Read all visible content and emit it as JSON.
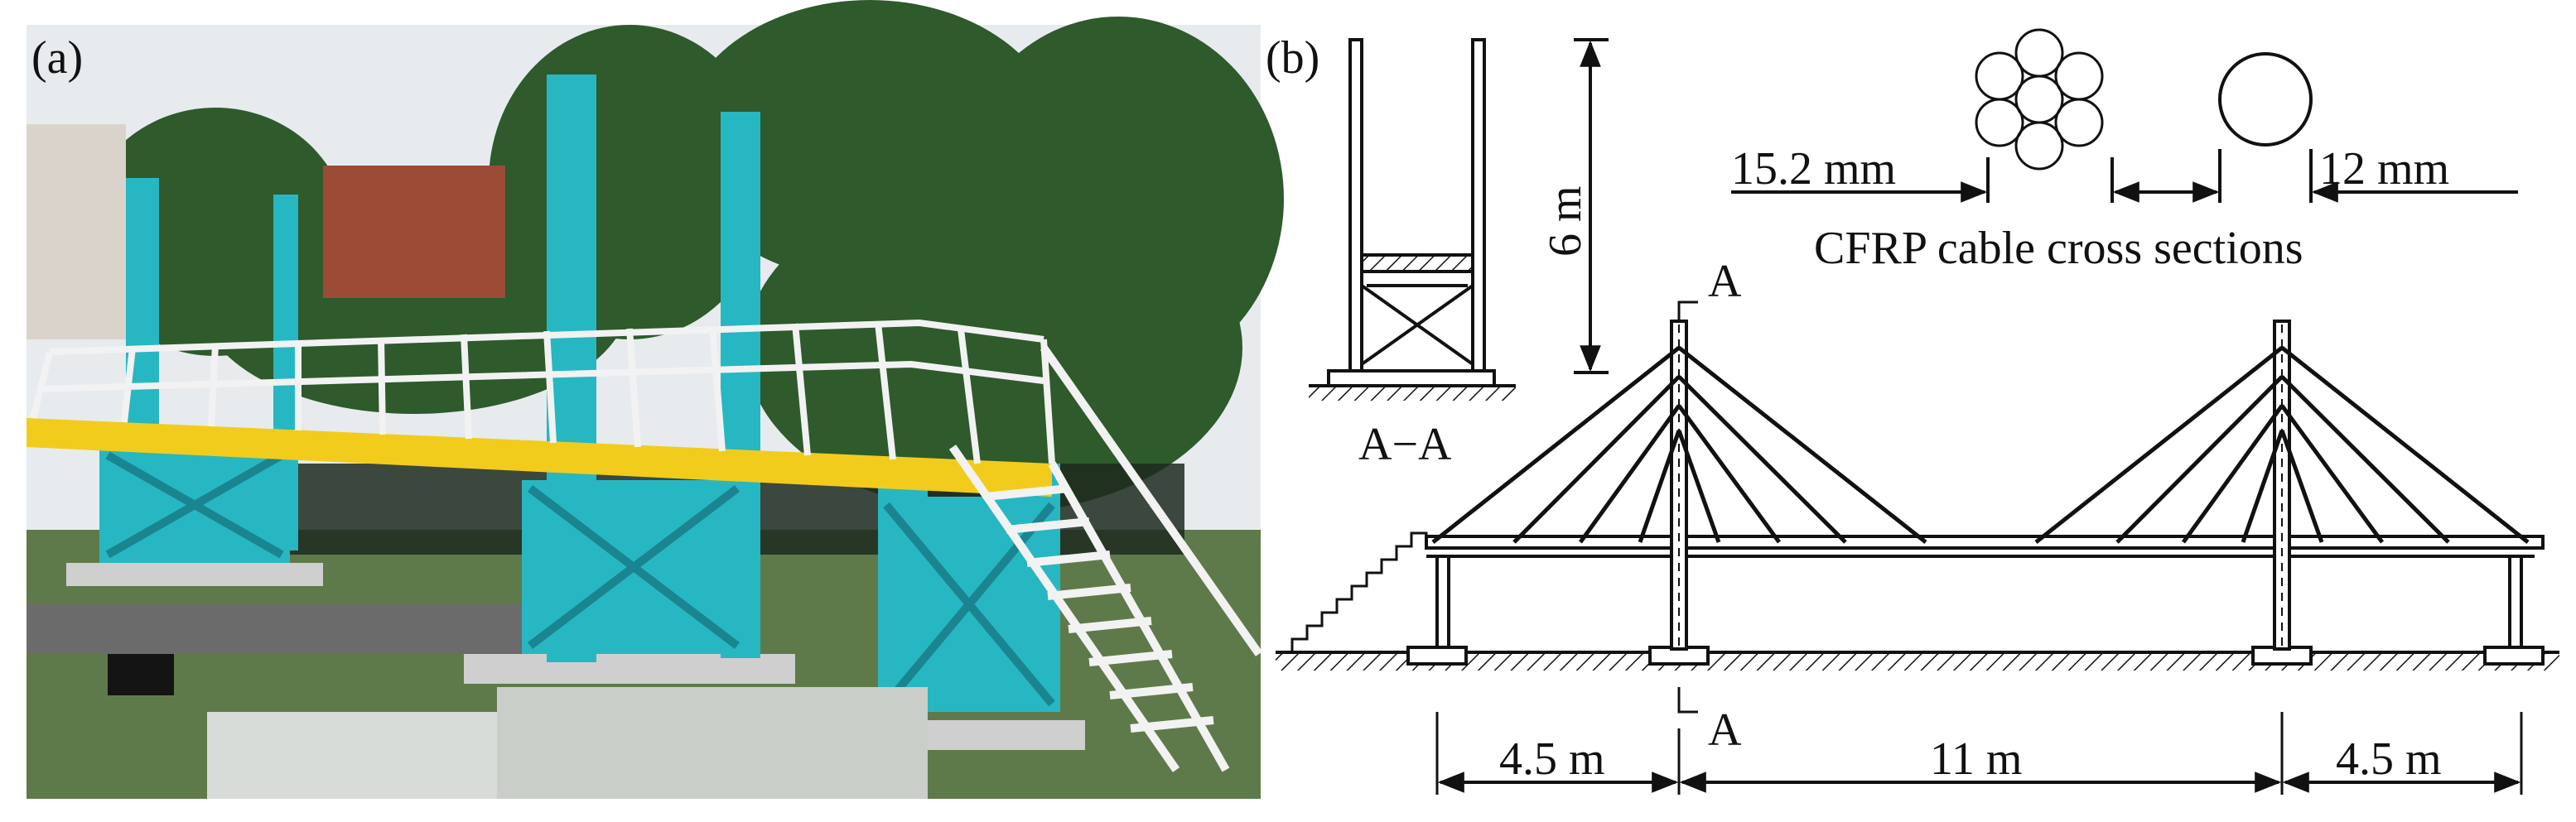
{
  "panel_a": {
    "label": "(a)",
    "sky_color": "#e7ebee",
    "tree_color": "#2e5a2c",
    "tower_color": "#27b7c2",
    "deck_color": "#f2cc1c",
    "railing_color": "#f2f2f2",
    "grass_color": "#5f7a4a"
  },
  "panel_b": {
    "label": "(b)",
    "section": {
      "title": "A−A",
      "height_label": "6 m"
    },
    "cross_sections": {
      "caption": "CFRP cable cross sections",
      "strand_diameter": "15.2 mm",
      "rod_diameter": "12 mm"
    },
    "elevation": {
      "cut_top": "A",
      "cut_bottom": "A",
      "spans": [
        "4.5 m",
        "11 m",
        "4.5 m"
      ]
    }
  }
}
